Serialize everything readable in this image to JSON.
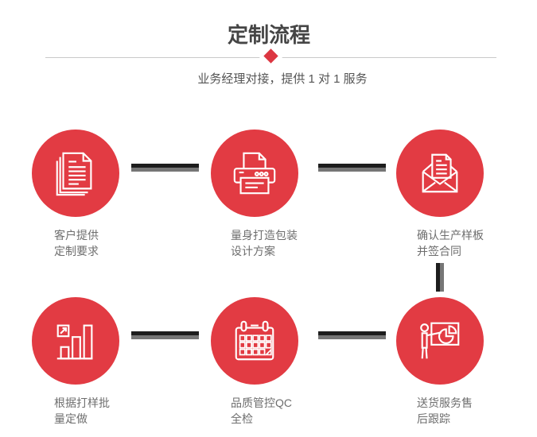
{
  "header": {
    "title": "定制流程",
    "subtitle": "业务经理对接，提供 1 对 1 服务"
  },
  "colors": {
    "accent_red": "#e23b43",
    "diamond_red": "#dc3641",
    "title_text": "#454545",
    "subtitle_text": "#555555",
    "label_text": "#6e6e6e",
    "divider_gray": "#c9c9c9",
    "connector_dark": "#1d1d1d",
    "connector_gray": "#767676",
    "icon_stroke": "#ffffff"
  },
  "steps": [
    {
      "icon": "documents-icon",
      "label_line1": "客户提供",
      "label_line2": "定制要求"
    },
    {
      "icon": "printer-icon",
      "label_line1": "量身打造包装",
      "label_line2": "设计方案"
    },
    {
      "icon": "envelope-icon",
      "label_line1": "确认生产样板",
      "label_line2": "并签合同"
    },
    {
      "icon": "growth-chart-icon",
      "label_line1": "根据打样批",
      "label_line2": "量定做"
    },
    {
      "icon": "calendar-icon",
      "label_line1": "品质管控QC",
      "label_line2": "全检"
    },
    {
      "icon": "presenter-icon",
      "label_line1": "送货服务售",
      "label_line2": "后跟踪"
    }
  ]
}
